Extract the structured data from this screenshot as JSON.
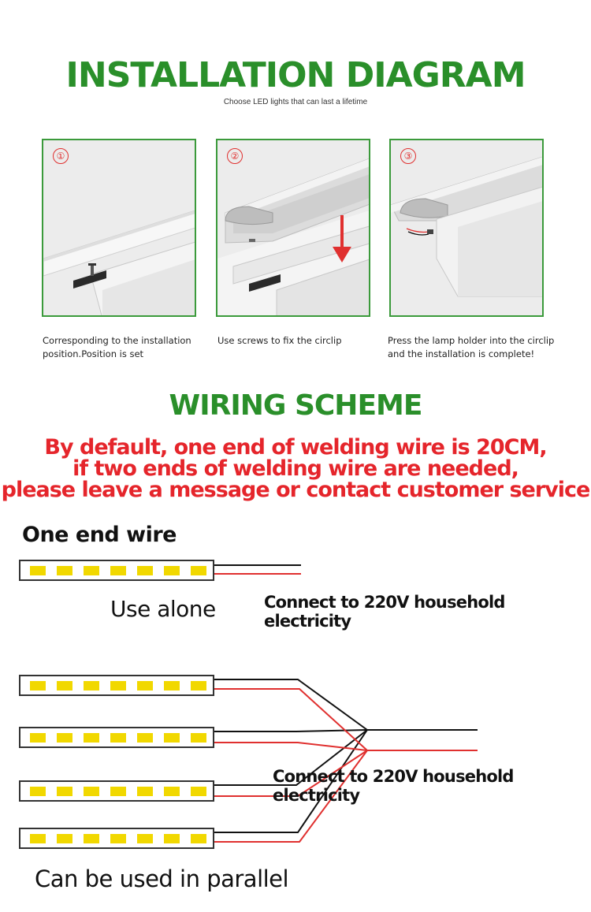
{
  "installation": {
    "title": "INSTALLATION DIAGRAM",
    "subtitle": "Choose LED lights that can last a lifetime",
    "steps": [
      {
        "number": "①",
        "caption_line1": "Corresponding to the installation",
        "caption_line2": "position.Position is set"
      },
      {
        "number": "②",
        "caption_line1": "Use screws to fix the circlip",
        "caption_line2": ""
      },
      {
        "number": "③",
        "caption_line1": "Press the lamp holder into the circlip",
        "caption_line2": "and the installation is complete!"
      }
    ]
  },
  "wiring": {
    "title": "WIRING SCHEME",
    "notice_line1": "By default, one end of welding wire is 20CM,",
    "notice_line2": "if two ends of welding wire are needed,",
    "notice_line3": "please leave a message or contact customer service",
    "one_end_label": "One end wire",
    "use_alone_label": "Use alone",
    "connect_label_single": "Connect to 220V household electricity",
    "connect_label_parallel": "Connect to 220V household electricity",
    "parallel_label": "Can be used in parallel"
  },
  "colors": {
    "title_green": "#2a8f2a",
    "border_green": "#3b9a3b",
    "notice_red": "#e5252b",
    "led_yellow": "#f1d800",
    "wire_red": "#e0302f",
    "wire_black": "#111111"
  }
}
